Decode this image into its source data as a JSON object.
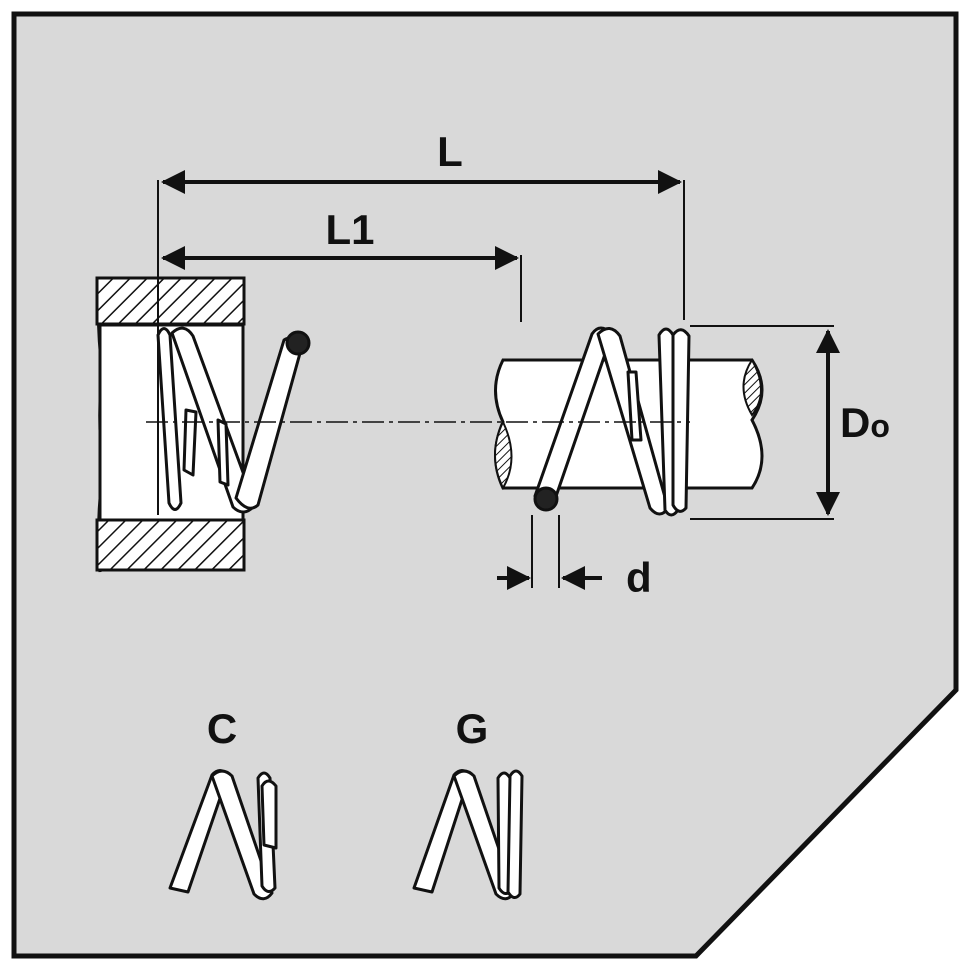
{
  "labels": {
    "L": "L",
    "L1": "L1",
    "Do_main": "D",
    "Do_sub": "o",
    "d": "d",
    "C": "C",
    "G": "G"
  },
  "colors": {
    "background": "#d9d9d9",
    "line": "#111111",
    "coil": "#ffffff"
  }
}
